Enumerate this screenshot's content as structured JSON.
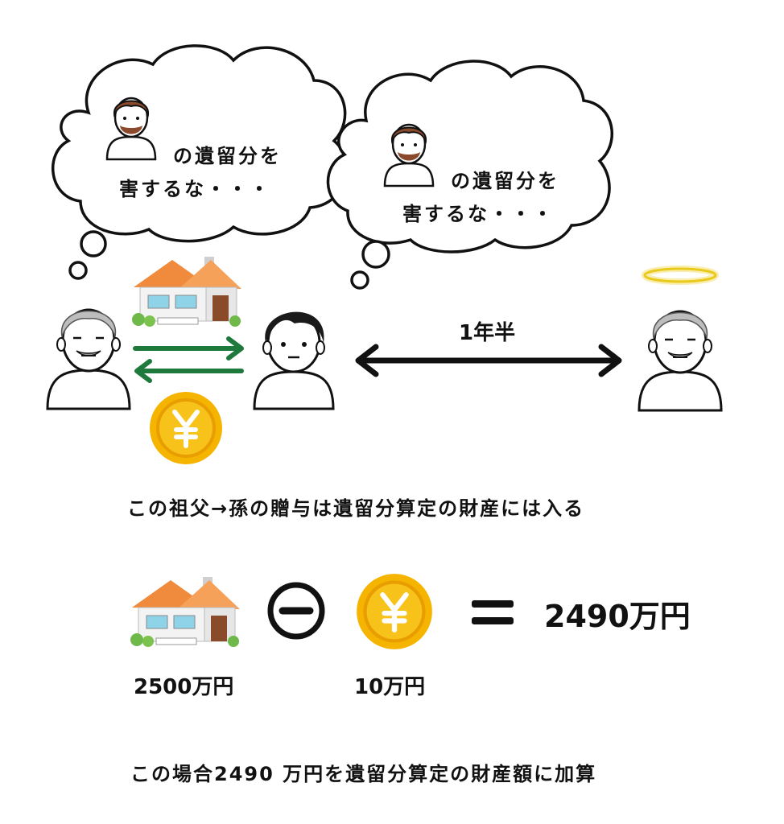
{
  "bubbles": [
    {
      "line1": "の遺留分を",
      "line2": "害するな・・・"
    },
    {
      "line1": "の遺留分を",
      "line2": "害するな・・・"
    }
  ],
  "timeline": {
    "label": "1年半"
  },
  "captions": {
    "gift_included": "この祖父→孫の贈与は遺留分算定の財産には入る",
    "conclusion": "この場合2490 万円を遺留分算定の財産額に加算"
  },
  "equation": {
    "house_value": "2500万円",
    "coin_value": "10万円",
    "result": "2490万円"
  },
  "icons": {
    "house": "house-icon",
    "yen_coin": "yen-coin-icon",
    "minus": "minus-circle-icon",
    "equals": "equals-icon",
    "halo": "halo-icon"
  },
  "colors": {
    "arrow_green": "#1e7a3c",
    "coin_gold": "#f5b400",
    "roof_orange": "#f08a3c"
  }
}
